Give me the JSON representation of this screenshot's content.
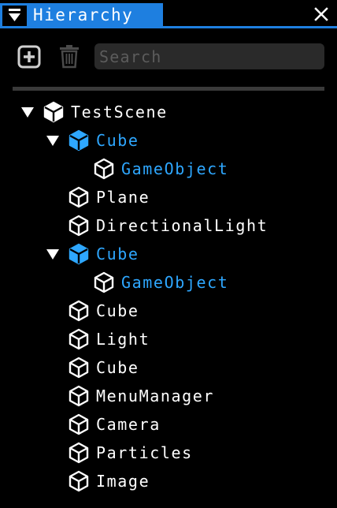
{
  "window": {
    "tab_title": "Hierarchy"
  },
  "toolbar": {
    "add_icon": "plus-square-icon",
    "delete_icon": "trash-icon",
    "search_placeholder": "Search"
  },
  "colors": {
    "accent": "#1e7fe0",
    "selected_text": "#2ea7ff",
    "selected_icon": "#2ea7ff",
    "text": "#ffffff",
    "background": "#000000",
    "search_bg": "#2a2a2a"
  },
  "tree": {
    "nodes": [
      {
        "label": "TestScene",
        "depth": 0,
        "expanded": true,
        "has_children": true,
        "selected": false,
        "icon": "cube-icon"
      },
      {
        "label": "Cube",
        "depth": 1,
        "expanded": true,
        "has_children": true,
        "selected": true,
        "icon": "cube-icon"
      },
      {
        "label": "GameObject",
        "depth": 2,
        "expanded": false,
        "has_children": false,
        "selected": true,
        "icon": "cube-icon"
      },
      {
        "label": "Plane",
        "depth": 1,
        "expanded": false,
        "has_children": false,
        "selected": false,
        "icon": "cube-icon"
      },
      {
        "label": "DirectionalLight",
        "depth": 1,
        "expanded": false,
        "has_children": false,
        "selected": false,
        "icon": "cube-icon"
      },
      {
        "label": "Cube",
        "depth": 1,
        "expanded": true,
        "has_children": true,
        "selected": true,
        "icon": "cube-icon"
      },
      {
        "label": "GameObject",
        "depth": 2,
        "expanded": false,
        "has_children": false,
        "selected": true,
        "icon": "cube-icon"
      },
      {
        "label": "Cube",
        "depth": 1,
        "expanded": false,
        "has_children": false,
        "selected": false,
        "icon": "cube-icon"
      },
      {
        "label": "Light",
        "depth": 1,
        "expanded": false,
        "has_children": false,
        "selected": false,
        "icon": "cube-icon"
      },
      {
        "label": "Cube",
        "depth": 1,
        "expanded": false,
        "has_children": false,
        "selected": false,
        "icon": "cube-icon"
      },
      {
        "label": "MenuManager",
        "depth": 1,
        "expanded": false,
        "has_children": false,
        "selected": false,
        "icon": "cube-icon"
      },
      {
        "label": "Camera",
        "depth": 1,
        "expanded": false,
        "has_children": false,
        "selected": false,
        "icon": "cube-icon"
      },
      {
        "label": "Particles",
        "depth": 1,
        "expanded": false,
        "has_children": false,
        "selected": false,
        "icon": "cube-icon"
      },
      {
        "label": "Image",
        "depth": 1,
        "expanded": false,
        "has_children": false,
        "selected": false,
        "icon": "cube-icon"
      }
    ]
  }
}
